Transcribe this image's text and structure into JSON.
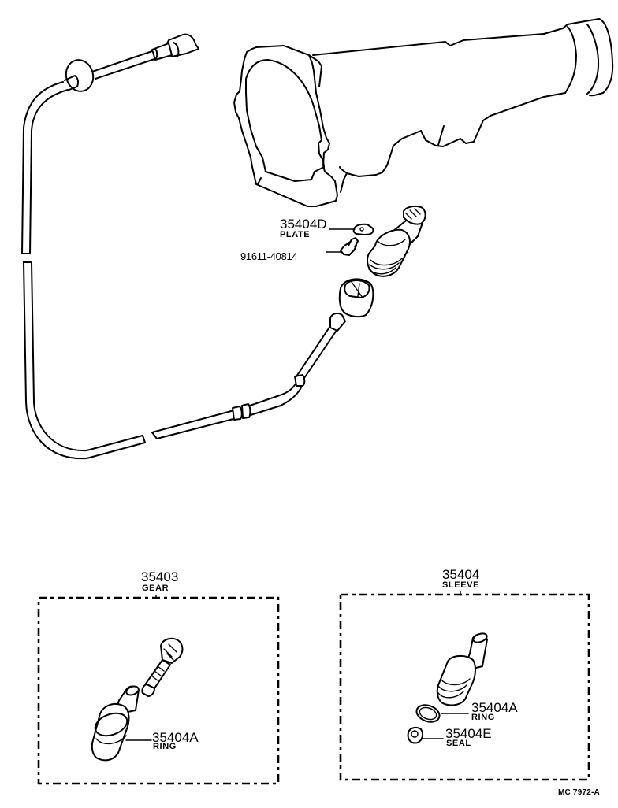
{
  "diagram": {
    "type": "exploded parts diagram",
    "subject": "speedometer cable, driven gear and sleeve on transmission extension housing",
    "reference_code": "MC 7972-A"
  },
  "callouts": {
    "plate": {
      "part_no": "35404D",
      "name": "PLATE"
    },
    "bolt": {
      "part_no": "91611-40814",
      "name": ""
    },
    "gear_group": {
      "part_no": "35403",
      "name": "GEAR"
    },
    "sleeve_group": {
      "part_no": "35404",
      "name": "SLEEVE"
    },
    "gear_ring": {
      "part_no": "35404A",
      "name": "RING"
    },
    "sleeve_ring": {
      "part_no": "35404A",
      "name": "RING"
    },
    "sleeve_seal": {
      "part_no": "35404E",
      "name": "SEAL"
    }
  },
  "components": [
    {
      "id": "transmission-housing",
      "label": ""
    },
    {
      "id": "speedometer-cable",
      "label": ""
    },
    {
      "id": "driven-gear-sleeve-assembly",
      "label": ""
    }
  ],
  "colors": {
    "line": "#000000",
    "background": "#ffffff"
  }
}
